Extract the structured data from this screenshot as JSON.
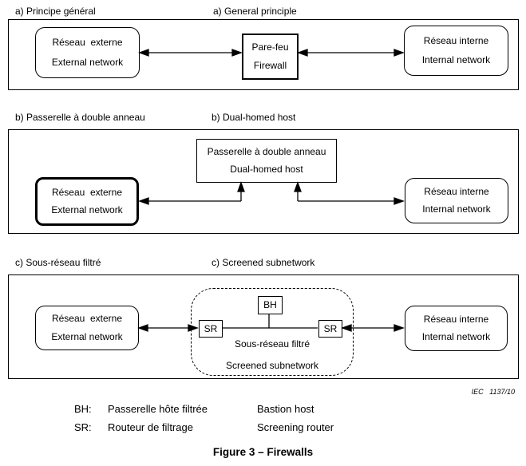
{
  "colors": {
    "ink": "#000000",
    "background": "#ffffff"
  },
  "p_a": {
    "header_fr": "a) Principe général",
    "header_en": "a) General principle",
    "ext_fr": "Réseau  externe",
    "ext_en": "External network",
    "fw_fr": "Pare-feu",
    "fw_en": "Firewall",
    "int_fr": "Réseau interne",
    "int_en": "Internal network"
  },
  "p_b": {
    "header_fr": "b) Passerelle à double anneau",
    "header_en": "b) Dual-homed host",
    "dhh_fr": "Passerelle à double anneau",
    "dhh_en": "Dual-homed host",
    "ext_fr": "Réseau  externe",
    "ext_en": "External network",
    "int_fr": "Réseau interne",
    "int_en": "Internal network"
  },
  "p_c": {
    "header_fr": "c) Sous-réseau filtré",
    "header_en": "c) Screened subnetwork",
    "bh": "BH",
    "sr_left": "SR",
    "sr_right": "SR",
    "subnet_fr": "Sous-réseau filtré",
    "subnet_en": "Screened subnetwork",
    "ext_fr": "Réseau  externe",
    "ext_en": "External network",
    "int_fr": "Réseau interne",
    "int_en": "Internal network"
  },
  "reference": "IEC   1137/10",
  "legend": {
    "rows": [
      {
        "abbr": "BH:",
        "fr": "Passerelle hôte filtrée",
        "en": "Bastion host"
      },
      {
        "abbr": "SR:",
        "fr": "Routeur de filtrage",
        "en": "Screening router"
      }
    ]
  },
  "caption": "Figure 3 – Firewalls"
}
